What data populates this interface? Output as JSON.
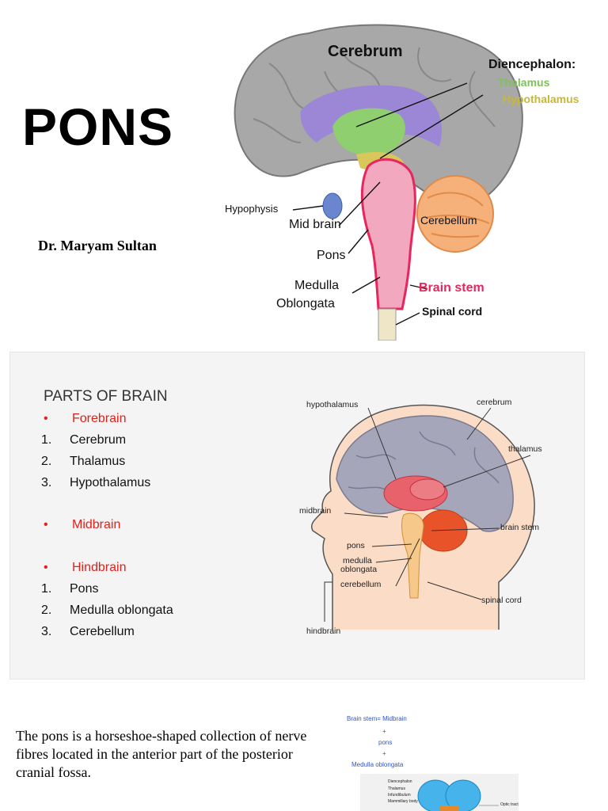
{
  "slide1": {
    "title": "PONS",
    "author": "Dr. Maryam Sultan",
    "labels": {
      "cerebrum": "Cerebrum",
      "diencephalon": "Diencephalon:",
      "thalamus": "Thalamus",
      "hypothalamus": "Hypothalamus",
      "hypophysis": "Hypophysis",
      "midbrain": "Mid brain",
      "cerebellum": "Cerebellum",
      "pons": "Pons",
      "medulla1": "Medulla",
      "medulla2": "Oblongata",
      "brainstem": "Brain stem",
      "spinalcord": "Spinal cord"
    }
  },
  "slide2": {
    "heading": "PARTS OF BRAIN",
    "groups": [
      {
        "bullet": "•",
        "name": "Forebrain",
        "items": [
          {
            "num": "1.",
            "text": "Cerebrum"
          },
          {
            "num": "2.",
            "text": "Thalamus"
          },
          {
            "num": "3.",
            "text": "Hypothalamus"
          }
        ]
      },
      {
        "bullet": "•",
        "name": "Midbrain",
        "items": []
      },
      {
        "bullet": "•",
        "name": "Hindbrain",
        "items": [
          {
            "num": "1.",
            "text": "Pons"
          },
          {
            "num": "2.",
            "text": "Medulla oblongata"
          },
          {
            "num": "3.",
            "text": "Cerebellum"
          }
        ]
      }
    ],
    "diagram_labels": {
      "hypothalamus": "hypothalamus",
      "cerebrum": "cerebrum",
      "thalamus": "thalamus",
      "midbrain": "midbrain",
      "brainstem": "brain stem",
      "pons": "pons",
      "medulla1": "medulla",
      "medulla2": "oblongata",
      "cerebellum": "cerebellum",
      "spinalcord": "spinal cord",
      "hindbrain": "hindbrain"
    }
  },
  "slide3": {
    "paragraph": "The pons is a horseshoe-shaped collection of nerve fibres located in the anterior part of the posterior cranial fossa.",
    "eq_line1": "Brain stem= Midbrain",
    "plus": "+",
    "eq_pons": "pons",
    "eq_medulla": "Medulla oblongata",
    "small1": "Diencephalon",
    "small2": "Thalamus",
    "small3": "Infundibulum",
    "small4": "Mammillary body",
    "small5": "Optic tract"
  }
}
